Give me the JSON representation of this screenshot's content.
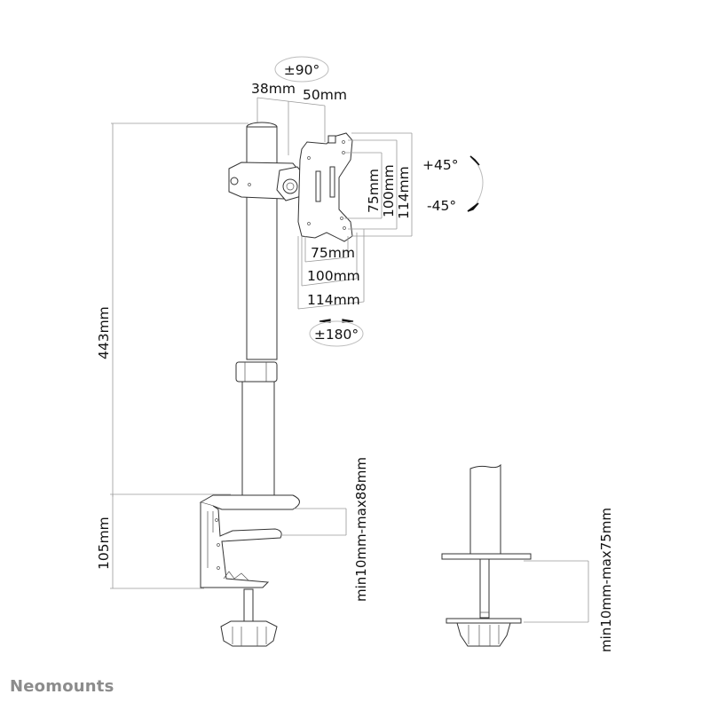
{
  "diagram": {
    "type": "product-dimension-drawing",
    "subject": "single monitor desk mount (pole with clamp)",
    "labels": {
      "tilt_rotation": "±90°",
      "arm_offset_1": "38mm",
      "arm_offset_2": "50mm",
      "tilt_up": "+45°",
      "tilt_down": "-45°",
      "vesa_h_75": "75mm",
      "vesa_h_100": "100mm",
      "vesa_h_114": "114mm",
      "vesa_v_75": "75mm",
      "vesa_v_100": "100mm",
      "vesa_v_114": "114mm",
      "swivel": "±180°",
      "pole_height": "443mm",
      "clamp_height": "105mm",
      "clamp_desk_thickness": "min10mm-max88mm",
      "grommet_desk_thickness": "min10mm-max75mm"
    },
    "colors": {
      "line": "#333333",
      "dimension_line": "#9a9a9a",
      "text": "#111111",
      "brand": "#8c8c8c"
    }
  },
  "brand": {
    "name": "Neomounts"
  }
}
